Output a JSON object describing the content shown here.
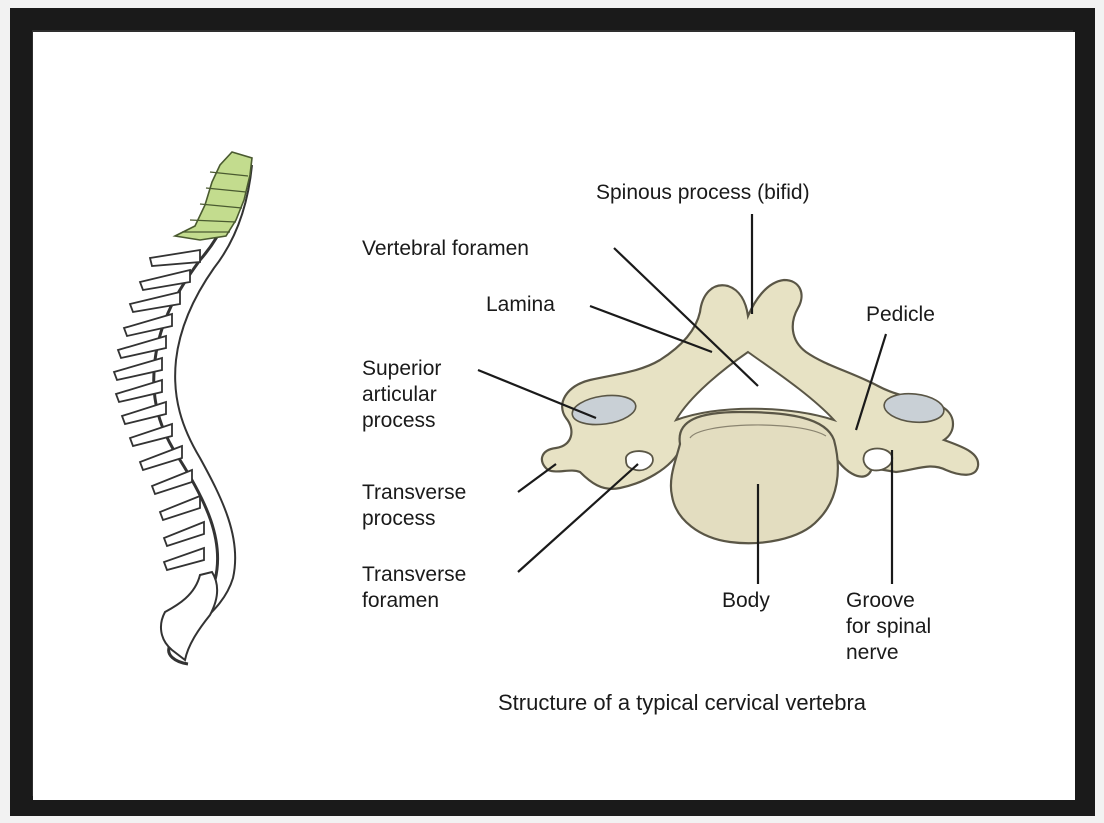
{
  "figure": {
    "caption": "Structure of a typical cervical vertebra",
    "labels": {
      "spinous_process": "Spinous process (bifid)",
      "vertebral_foramen": "Vertebral foramen",
      "lamina": "Lamina",
      "pedicle": "Pedicle",
      "superior_articular_process": [
        "Superior",
        "articular",
        "process"
      ],
      "transverse_process": [
        "Transverse",
        "process"
      ],
      "transverse_foramen": [
        "Transverse",
        "foramen"
      ],
      "body": "Body",
      "groove_for_spinal_nerve": [
        "Groove",
        "for spinal",
        "nerve"
      ]
    }
  },
  "colors": {
    "bone_fill": "#e7e2c4",
    "bone_stroke": "#5a5646",
    "articular_surface": "#c9d0d6",
    "cervical_highlight": "#c3dc8e",
    "frame": "#1a1a1a",
    "background": "#ffffff"
  }
}
